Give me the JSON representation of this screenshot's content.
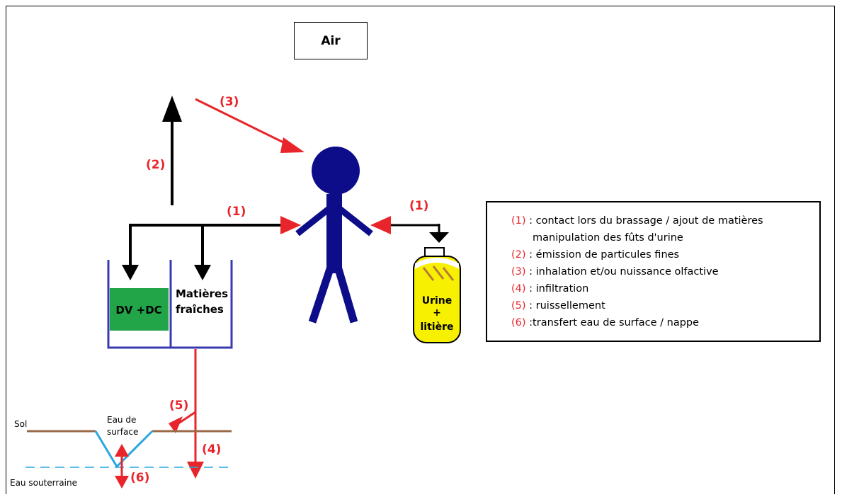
{
  "top_box": {
    "label": "Air"
  },
  "arrow_labels": {
    "a1_left": "(1)",
    "a1_right": "(1)",
    "a2": "(2)",
    "a3": "(3)",
    "a4": "(4)",
    "a5": "(5)",
    "a6": "(6)"
  },
  "bins": {
    "left_label": "DV +DC",
    "right_line1": "Matières",
    "right_line2": "fraîches"
  },
  "container": {
    "line1": "Urine",
    "line2": "+",
    "line3": "litière"
  },
  "ground": {
    "sol": "Sol",
    "surface_line1": "Eau de",
    "surface_line2": "surface",
    "groundwater": "Eau souterraine"
  },
  "legend": {
    "items": [
      {
        "num": "(1)",
        "text": " : contact lors du brassage / ajout de matières"
      },
      {
        "num": "",
        "text": "manipulation des fûts  d'urine"
      },
      {
        "num": "(2)",
        "text": " : émission de particules fines"
      },
      {
        "num": "(3)",
        "text": " : inhalation et/ou nuissance olfactive"
      },
      {
        "num": "(4)",
        "text": " : infiltration"
      },
      {
        "num": "(5)",
        "text": " : ruissellement"
      },
      {
        "num": "(6)",
        "text": " :transfert eau de surface / nappe"
      }
    ]
  },
  "colors": {
    "red": "#e8252a",
    "navy": "#0d0d8a",
    "green": "#21a548",
    "yellow": "#f7f000",
    "bin_blue": "#3a3ab0",
    "soil": "#9a6a4a",
    "water": "#29a8e0"
  }
}
